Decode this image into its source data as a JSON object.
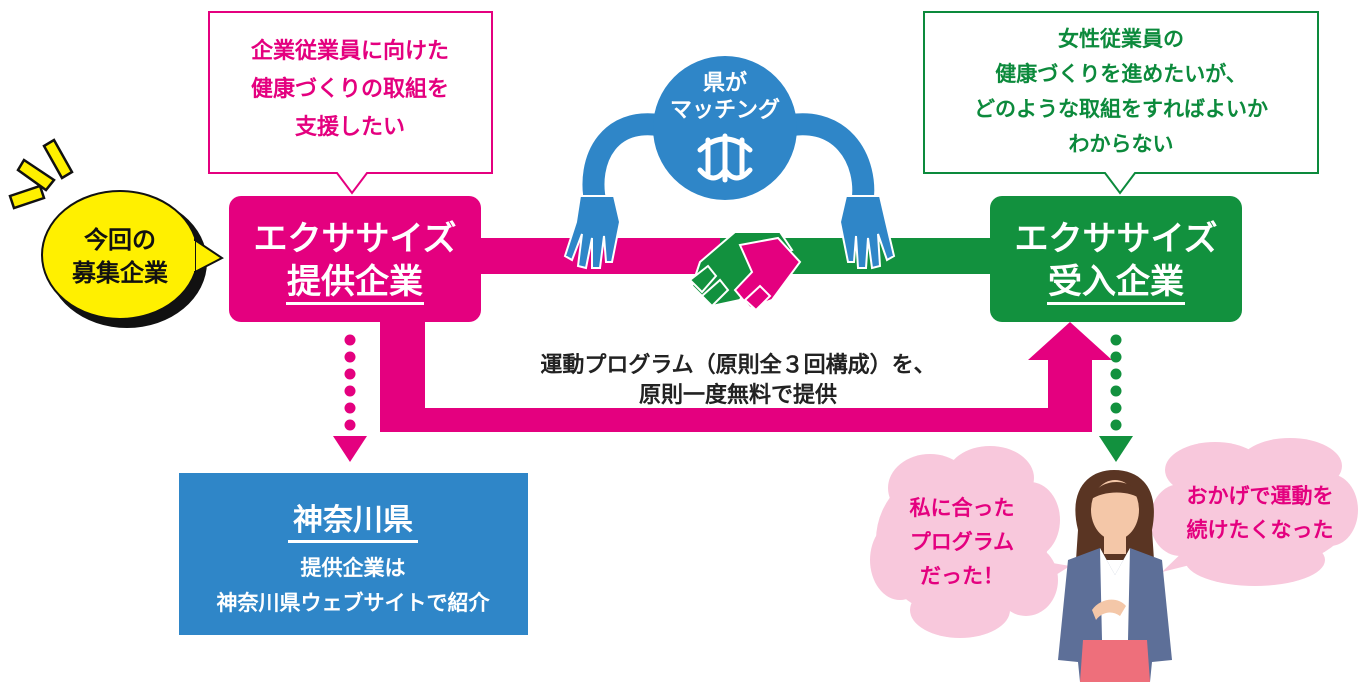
{
  "provider_bubble": {
    "lines": [
      "企業従業員に向けた",
      "健康づくりの取組を",
      "支援したい"
    ],
    "color": "#e4007f"
  },
  "receiver_bubble": {
    "lines": [
      "女性従業員の",
      "健康づくりを進めたいが、",
      "どのような取組をすればよいか",
      "わからない"
    ],
    "color": "#0c8a3c"
  },
  "recruit_badge": {
    "lines": [
      "今回の",
      "募集企業"
    ],
    "color": "#fff000"
  },
  "provider_box": {
    "line1": "エクササイズ",
    "line2": "提供企業",
    "color": "#e4007f"
  },
  "receiver_box": {
    "line1": "エクササイズ",
    "line2": "受入企業",
    "color": "#12913e"
  },
  "matching": {
    "lines": [
      "県が",
      "マッチング"
    ],
    "color": "#2f86c8"
  },
  "flow_text": {
    "lines": [
      "運動プログラム（原則全３回構成）を、",
      "原則一度無料で提供"
    ]
  },
  "kanagawa_box": {
    "title": "神奈川県",
    "lines": [
      "提供企業は",
      "神奈川県ウェブサイトで紹介"
    ],
    "color": "#2f86c8"
  },
  "speech_left": {
    "lines": [
      "私に合った",
      "プログラム",
      "だった！"
    ],
    "color": "#e4007f"
  },
  "speech_right": {
    "lines": [
      "おかげで運動を",
      "続けたくなった"
    ],
    "color": "#e4007f"
  }
}
